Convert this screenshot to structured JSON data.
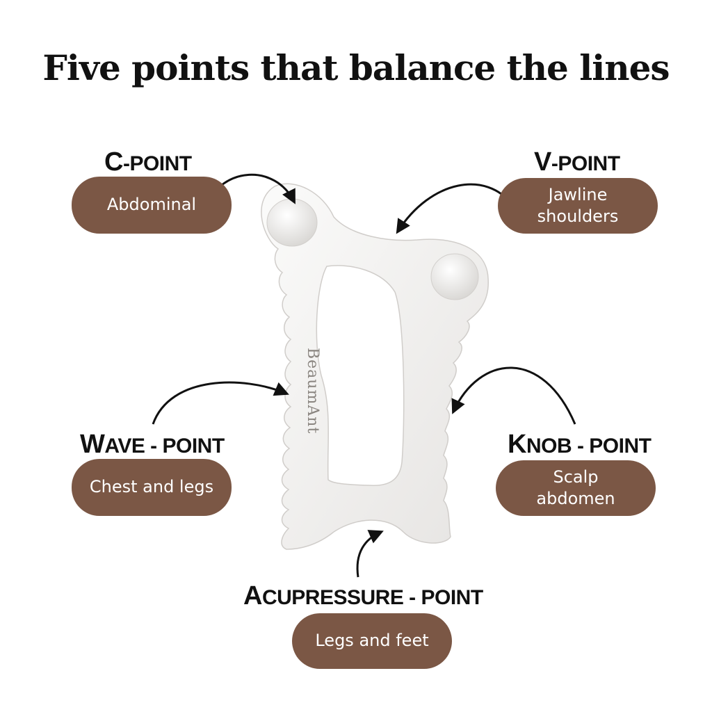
{
  "title": "Five points that balance the lines",
  "product": {
    "brand": "BeaumAnt",
    "body_color": "#f4f3f2",
    "shade_color": "#dcdad8"
  },
  "accent_color": "#7b5745",
  "points": {
    "c_point": {
      "label_a": "C",
      "label_b": "-POINT",
      "uses": [
        "Abdominal"
      ]
    },
    "v_point": {
      "label_a": "V",
      "label_b": "-POINT",
      "uses": [
        "Jawline",
        "shoulders"
      ]
    },
    "wave_point": {
      "label_a": "W",
      "label_b": "AVE - ",
      "label_c": "POINT",
      "uses": [
        "Chest and legs"
      ]
    },
    "knob_point": {
      "label_a": "K",
      "label_b": "NOB - ",
      "label_c": "POINT",
      "uses": [
        "Scalp",
        "abdomen"
      ]
    },
    "acupressure_point": {
      "label_a": "A",
      "label_b": "CUPRESSURE - ",
      "label_c": "POINT",
      "uses": [
        "Legs and feet"
      ]
    }
  }
}
